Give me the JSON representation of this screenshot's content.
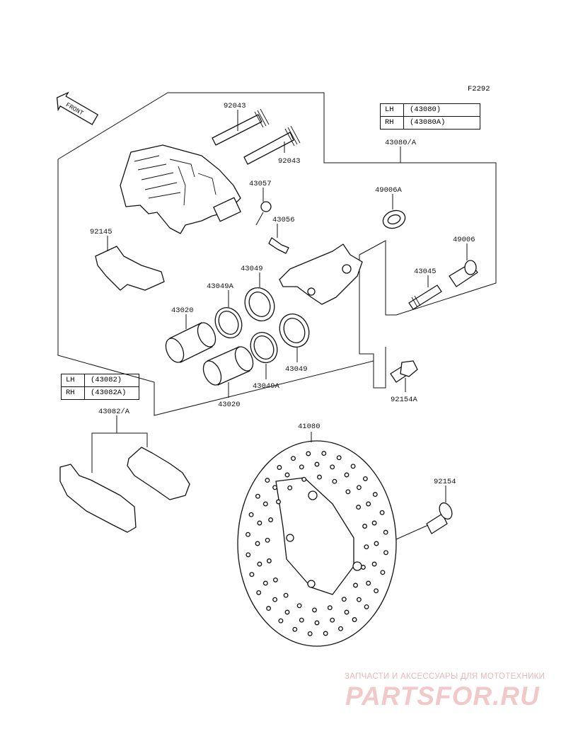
{
  "figure_code": "F2292",
  "front_label": "FRONT",
  "part_labels": [
    {
      "id": "92043_a",
      "text": "92043"
    },
    {
      "id": "92043_b",
      "text": "92043"
    },
    {
      "id": "43057",
      "text": "43057"
    },
    {
      "id": "43056",
      "text": "43056"
    },
    {
      "id": "92145",
      "text": "92145"
    },
    {
      "id": "43049_a",
      "text": "43049"
    },
    {
      "id": "43049A_a",
      "text": "43049A"
    },
    {
      "id": "43020_a",
      "text": "43020"
    },
    {
      "id": "43049_b",
      "text": "43049"
    },
    {
      "id": "43049A_b",
      "text": "43049A"
    },
    {
      "id": "43020_b",
      "text": "43020"
    },
    {
      "id": "43080A",
      "text": "43080/A"
    },
    {
      "id": "49006A",
      "text": "49006A"
    },
    {
      "id": "49006",
      "text": "49006"
    },
    {
      "id": "43045",
      "text": "43045"
    },
    {
      "id": "92154A",
      "text": "92154A"
    },
    {
      "id": "43082A",
      "text": "43082/A"
    },
    {
      "id": "41080",
      "text": "41080"
    },
    {
      "id": "92154",
      "text": "92154"
    }
  ],
  "tables": {
    "caliper": {
      "rows": [
        {
          "side": "LH",
          "part": "(43080)"
        },
        {
          "side": "RH",
          "part": "(43080A)"
        }
      ]
    },
    "pads": {
      "rows": [
        {
          "side": "LH",
          "part": "(43082)"
        },
        {
          "side": "RH",
          "part": "(43082A)"
        }
      ]
    }
  },
  "watermark": {
    "line1": "ЗАПЧАСТИ И АКСЕССУАРЫ ДЛЯ МОТОТЕХНИКИ",
    "line2": "PARTSFOR.RU",
    "color": "#e7b8b8"
  }
}
